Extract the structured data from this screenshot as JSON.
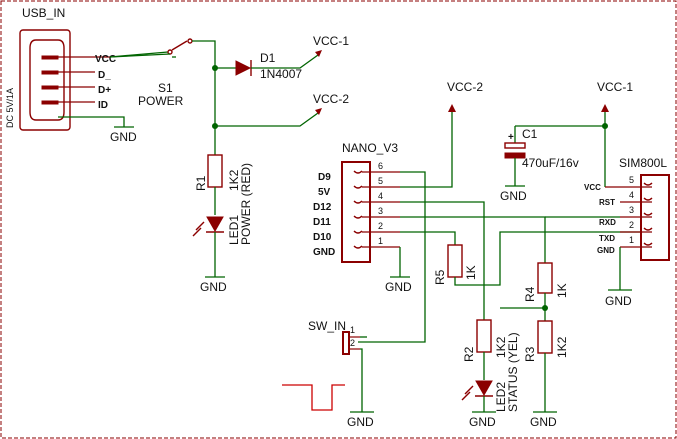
{
  "usb": {
    "name": "USB_IN",
    "side_label": "DC 5V/1A",
    "pins": [
      "VCC",
      "D_",
      "D+",
      "ID"
    ],
    "gnd": "GND"
  },
  "s1": {
    "ref": "S1",
    "value": "POWER"
  },
  "d1": {
    "ref": "D1",
    "value": "1N4007"
  },
  "vcc1": "VCC-1",
  "vcc2": "VCC-2",
  "r1": {
    "ref": "R1",
    "value": "1K2"
  },
  "led1": {
    "ref": "LED1",
    "value": "POWER (RED)"
  },
  "gnd": "GND",
  "nano": {
    "name": "NANO_V3",
    "pins": [
      "D9",
      "5V",
      "D12",
      "D11",
      "D10",
      "GND"
    ],
    "numbers": [
      "6",
      "5",
      "4",
      "3",
      "2",
      "1"
    ]
  },
  "c1": {
    "ref": "C1",
    "value": "470uF/16v",
    "plus": "+"
  },
  "sim": {
    "name": "SIM800L",
    "pins": [
      "VCC",
      "RST",
      "RXD",
      "TXD",
      "GND"
    ],
    "numbers": [
      "5",
      "4",
      "3",
      "2",
      "1"
    ]
  },
  "r5": {
    "ref": "R5",
    "value": "1K"
  },
  "r4": {
    "ref": "R4",
    "value": "1K"
  },
  "r2": {
    "ref": "R2",
    "value": "1K2"
  },
  "r3": {
    "ref": "R3",
    "value": "1K2"
  },
  "led2": {
    "ref": "LED2",
    "value": "STATUS (YEL)"
  },
  "sw": {
    "name": "SW_IN",
    "pin1": "1",
    "pin2": "2"
  }
}
